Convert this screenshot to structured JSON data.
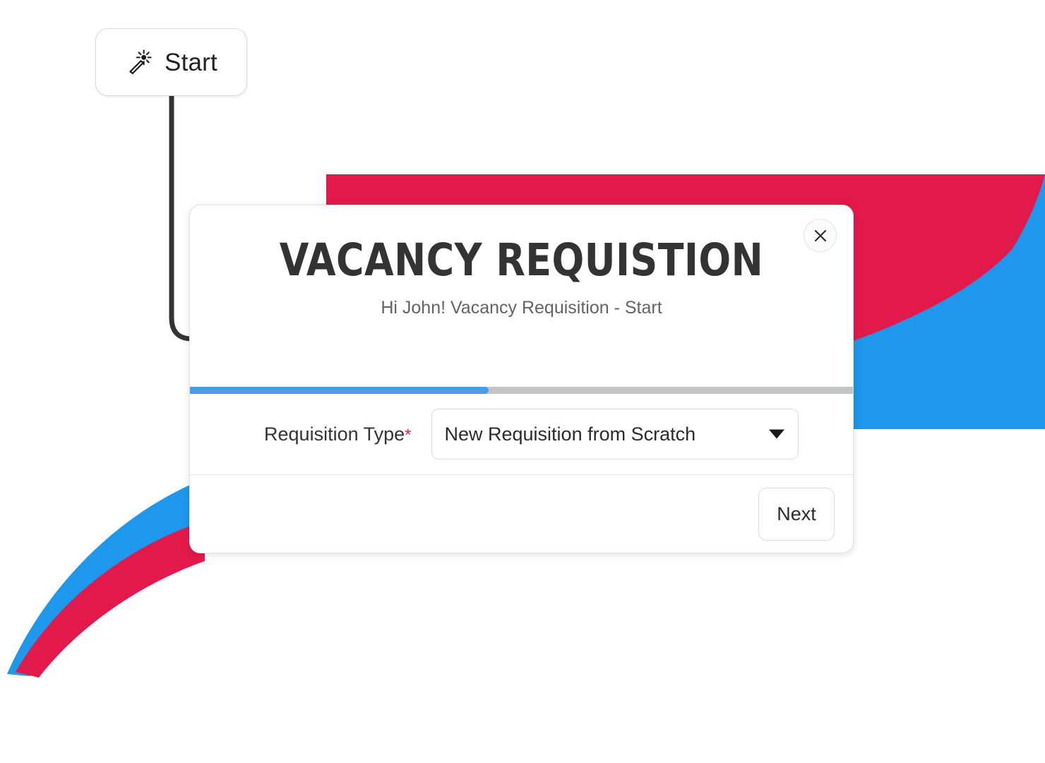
{
  "canvas": {
    "start_node": {
      "label": "Start",
      "icon": "magic-wand-icon"
    }
  },
  "modal": {
    "title": "VACANCY REQUISTION",
    "subtitle": "Hi John! Vacancy Requisition - Start",
    "close_icon": "close-icon",
    "progress": {
      "percent": 45,
      "fill_color": "#4a9bea",
      "track_color": "#c4c4c4"
    },
    "form": {
      "field_label": "Requisition Type",
      "required_marker": "*",
      "select_value": "New Requisition from Scratch",
      "select_arrow_icon": "chevron-down-icon"
    },
    "footer": {
      "next_label": "Next"
    }
  },
  "decor": {
    "red": "#E21A4C",
    "blue": "#1E98EC"
  }
}
